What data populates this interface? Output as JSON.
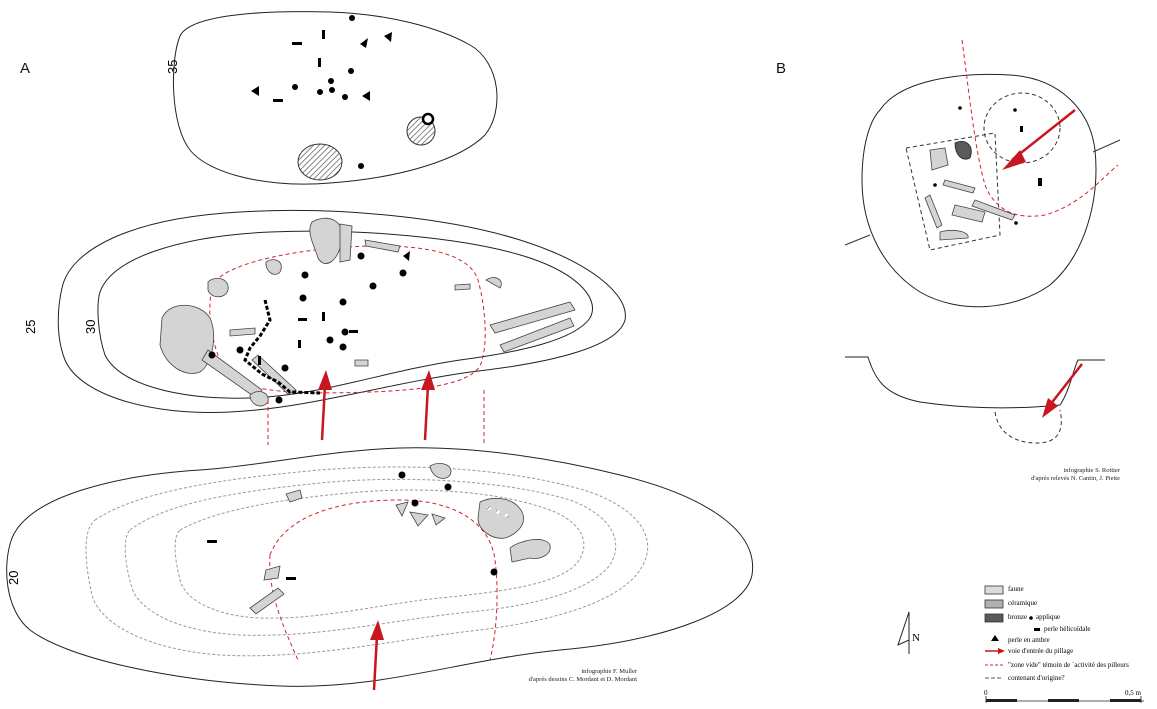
{
  "panels": {
    "a_label": "A",
    "b_label": "B"
  },
  "contours": {
    "c35": "35",
    "c30": "30",
    "c25": "25",
    "c20": "20"
  },
  "credits": {
    "a_line1": "infographie F. Muller",
    "a_line2": "d'après dessins C. Mordant et D. Mordant",
    "b_line1": "infographie S. Rottier",
    "b_line2": "d'après relevés N. Cantin, J. Piette"
  },
  "legend": {
    "faune": "faune",
    "ceramique": "céramique",
    "bronze": "bronze",
    "applique": "applique",
    "perle_helicoidale": "perle hélicoïdale",
    "perle_ambre": "perle en ambre",
    "voie": "voie d'entrée du pillage",
    "zone_vide": "\"zone vide\" témoin de `activité des pilleurs",
    "contenant": "contenant d'origine?",
    "colors": {
      "faune": "#dcdcdc",
      "ceramique": "#b0b0b0",
      "bronze": "#5a5a5a",
      "arrow": "#c8161e",
      "zone_vide": "#d2232a"
    }
  },
  "north": {
    "letter": "N"
  },
  "scale": {
    "start": "0",
    "end": "0,5 m"
  }
}
